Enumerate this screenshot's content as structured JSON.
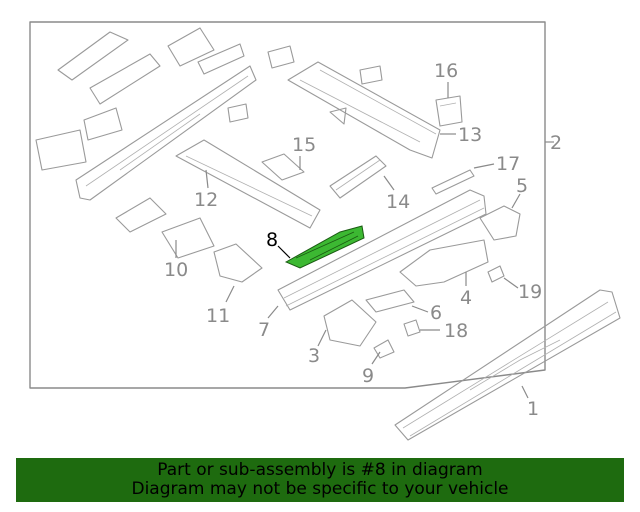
{
  "callouts": [
    {
      "id": "1",
      "label": "1"
    },
    {
      "id": "2",
      "label": "2"
    },
    {
      "id": "3",
      "label": "3"
    },
    {
      "id": "4",
      "label": "4"
    },
    {
      "id": "5",
      "label": "5"
    },
    {
      "id": "6",
      "label": "6"
    },
    {
      "id": "7",
      "label": "7"
    },
    {
      "id": "8",
      "label": "8",
      "highlighted": true
    },
    {
      "id": "9",
      "label": "9"
    },
    {
      "id": "10",
      "label": "10"
    },
    {
      "id": "11",
      "label": "11"
    },
    {
      "id": "12",
      "label": "12"
    },
    {
      "id": "13",
      "label": "13"
    },
    {
      "id": "14",
      "label": "14"
    },
    {
      "id": "15",
      "label": "15"
    },
    {
      "id": "16",
      "label": "16"
    },
    {
      "id": "17",
      "label": "17"
    },
    {
      "id": "18",
      "label": "18"
    },
    {
      "id": "19",
      "label": "19"
    }
  ],
  "colors": {
    "highlight_part": "#3cb832",
    "banner_background": "#1e6b0f",
    "line": "#9a9a9a"
  },
  "banner": {
    "line1": "Part or sub-assembly is #8 in diagram",
    "line2": "Diagram may not be specific to your vehicle"
  }
}
